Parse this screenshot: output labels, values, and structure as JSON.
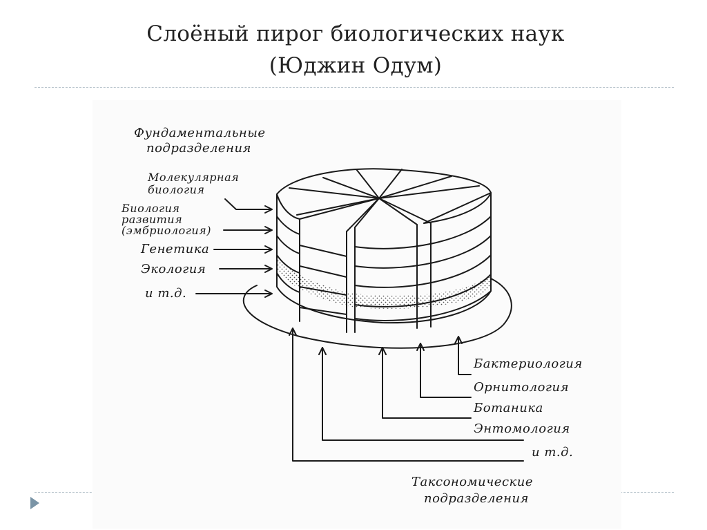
{
  "slide": {
    "title_line1": "Слоёный пирог биологических наук",
    "title_line2": "(Юджин Одум)"
  },
  "diagram": {
    "fundamental_heading_line1": "Фундаментальные",
    "fundamental_heading_line2": "подразделения",
    "fundamental_items": {
      "molecular_line1": "Молекулярная",
      "molecular_line2": "биология",
      "development_line1": "Биология",
      "development_line2": "развития",
      "development_line3": "(эмбриология)",
      "genetics": "Генетика",
      "ecology": "Экология",
      "etc": "и т.д."
    },
    "taxonomic_items": {
      "bacteriology": "Бактериология",
      "ornithology": "Орнитология",
      "botany": "Ботаника",
      "entomology": "Энтомология",
      "etc": "и т.д."
    },
    "taxonomic_heading_line1": "Таксономические",
    "taxonomic_heading_line2": "подразделения"
  },
  "colors": {
    "title": "#222222",
    "rule": "#b8c4cc",
    "ink": "#1a1a1a",
    "nav_triangle": "#7a94a6"
  },
  "icons": {
    "nav": "play-triangle-icon"
  }
}
